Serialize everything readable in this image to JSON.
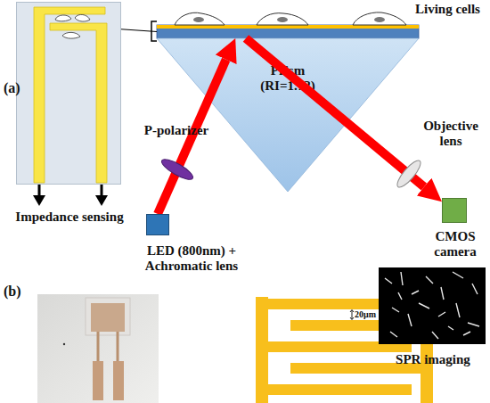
{
  "diagram": {
    "nodes": [
      {
        "text": [
          "Impedance sensing"
        ]
      },
      {
        "text": [
          "Living cells"
        ]
      },
      {
        "text": [
          "Prism (RI=1.72)"
        ]
      },
      {
        "text": [
          "P-polarizer"
        ]
      },
      {
        "text": [
          "LED (800nm) + Achromatic lens"
        ]
      },
      {
        "text": [
          "Objective lens"
        ]
      },
      {
        "text": [
          "CMOS camera"
        ]
      },
      {
        "text": [
          "SPR imaging"
        ]
      }
    ],
    "edges": [
      {
        "from": 0,
        "to": 1,
        "arrow": "none"
      },
      {
        "from": 4,
        "to": 1,
        "arrow": "to"
      },
      {
        "from": 1,
        "to": 6,
        "arrow": "to"
      }
    ],
    "labels": [
      "(a)",
      "(b)",
      "20μm"
    ]
  }
}
